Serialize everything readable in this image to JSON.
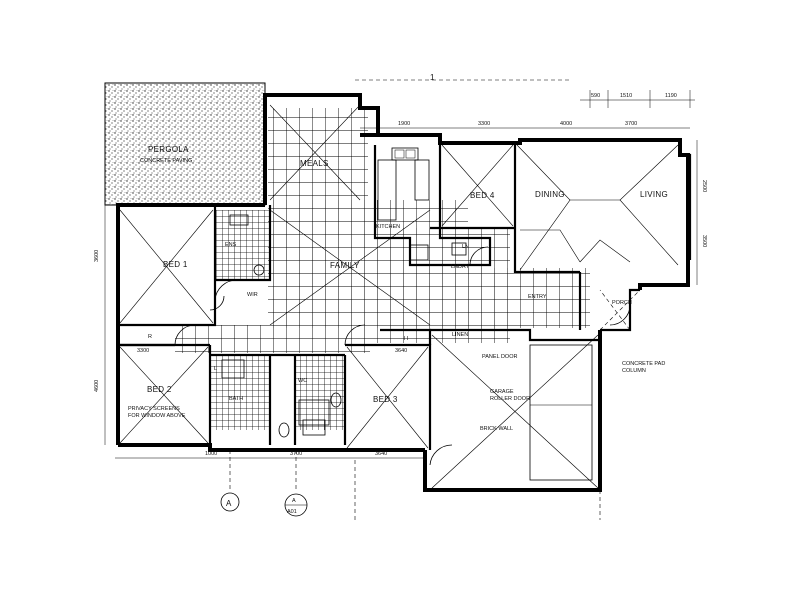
{
  "rooms": {
    "pergola": "PERGOLA",
    "pergola_note": "CONCRETE PAVING",
    "meals": "MEALS",
    "bed1": "BED 1",
    "bed2": "BED 2",
    "bed3": "BED 3",
    "bed4": "BED 4",
    "family": "FAMILY",
    "dining": "DINING",
    "living": "LIVING",
    "kitchen": "KITCHEN",
    "entry": "ENTRY",
    "porch": "PORCH",
    "garage": "GARAGE",
    "ens": "ENS",
    "wir": "WIR",
    "linen": "LINEN",
    "lndry": "LNDRY",
    "wc": "WC",
    "bath": "BATH",
    "l": "L",
    "r": "R",
    "h": "H",
    "ln": "LN"
  },
  "notes": {
    "bed2_window": "PRIVACY SCREENS\nFOR WINDOW ABOVE",
    "garage_note1": "PANEL DOOR",
    "garage_note2": "ROLLER DOOR",
    "garage_note3": "BRICK WALL",
    "porch_note": "CONCRETE PAD\nCOLUMN"
  },
  "dimensions": {
    "top_right": [
      "590",
      "1510",
      "1190"
    ],
    "top_row": [
      "1900",
      "3300",
      "4000",
      "3700"
    ],
    "bottom_row": [
      "1000",
      "3700",
      "3640"
    ],
    "left_col": [
      "3600",
      "4600"
    ],
    "right_col": [
      "2500",
      "3500"
    ],
    "bed2_width": "3300",
    "bed3_width": "3640"
  },
  "markers": {
    "grid_a": "A",
    "grid_b": "A",
    "section": "A01"
  },
  "top_marker": "1"
}
